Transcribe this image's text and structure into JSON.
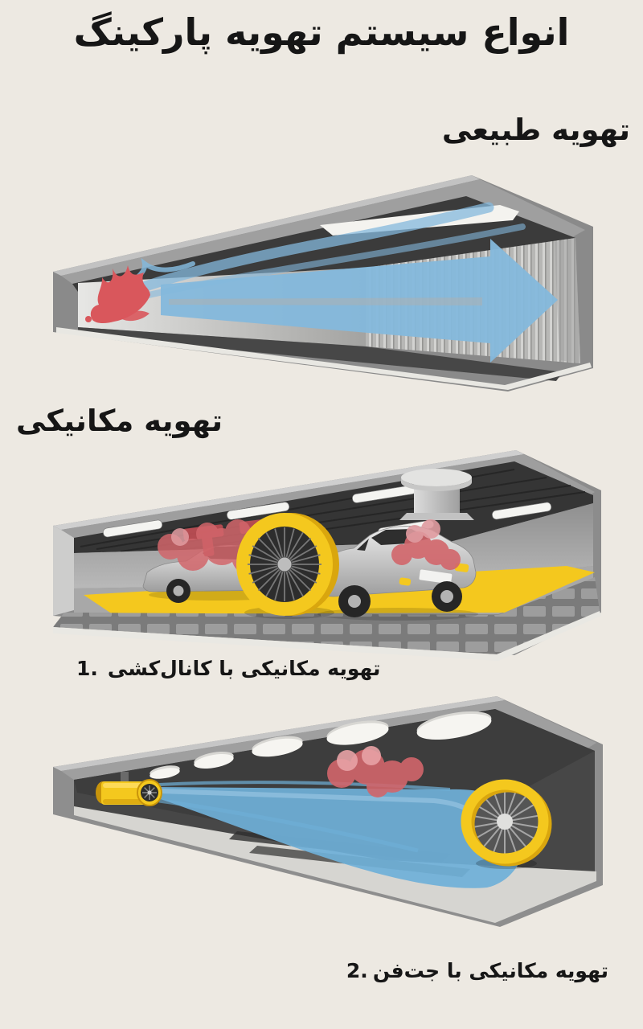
{
  "palette": {
    "background": "#EDE9E2",
    "text": "#161616",
    "airflow_blue": "#84B8DC",
    "fan_yellow": "#F4C81E",
    "fan_yellow_dark": "#D9A60E",
    "fire_red": "#D9575C",
    "smoke_red": "#D2666B",
    "structure_gray": "#8E8E8E",
    "ceiling_dark": "#3B3B3B"
  },
  "title": "انواع سیستم تهویه پارکینگ",
  "sections": {
    "natural": {
      "heading": "تهویه طبیعی"
    },
    "mechanical": {
      "heading": "تهویه مکانیکی",
      "ducted": {
        "number": "1.",
        "text": "تهویه مکانیکی با کانال‌کشی"
      },
      "jet_fan": {
        "number": "2.",
        "text": "تهویه مکانیکی با جت‌فن"
      }
    }
  },
  "illustrations": {
    "natural": "natural-ventilation-tunnel-cutaway",
    "ducted": "mechanical-ventilation-parking-with-exhaust-fan",
    "jet_fan": "mechanical-ventilation-parking-with-jet-fan"
  }
}
